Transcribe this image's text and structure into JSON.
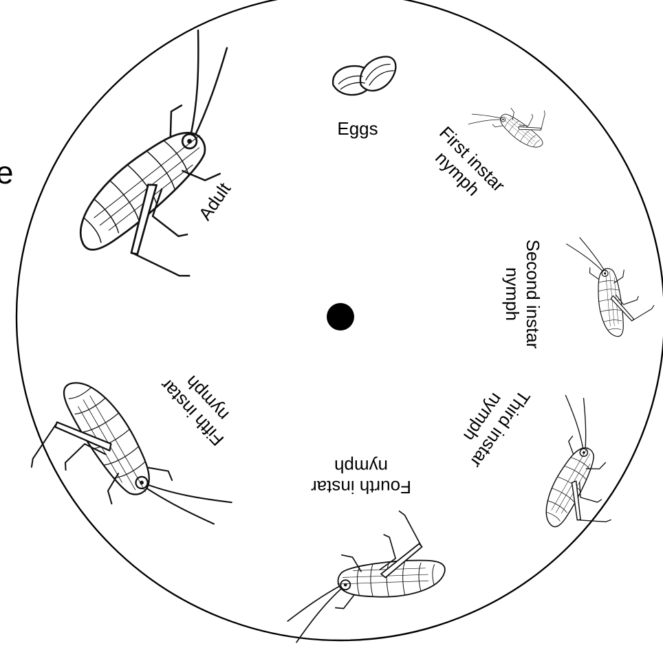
{
  "edge_text": "e",
  "stages": [
    {
      "id": "eggs",
      "lines": [
        "Eggs"
      ]
    },
    {
      "id": "first",
      "lines": [
        "First instar",
        "nymph"
      ]
    },
    {
      "id": "second",
      "lines": [
        "Second instar",
        "nymph"
      ]
    },
    {
      "id": "third",
      "lines": [
        "Third instar",
        "nymph"
      ]
    },
    {
      "id": "fourth",
      "lines": [
        "Fourth instar",
        "nymph"
      ]
    },
    {
      "id": "fifth",
      "lines": [
        "Fifth instar",
        "nymph"
      ]
    },
    {
      "id": "adult",
      "lines": [
        "Adult"
      ]
    }
  ],
  "colors": {
    "ink": "#000000",
    "background": "#ffffff"
  },
  "icons": [
    "egg-pod-icon",
    "grasshopper-nymph-icon",
    "grasshopper-adult-icon",
    "center-pivot-dot"
  ]
}
